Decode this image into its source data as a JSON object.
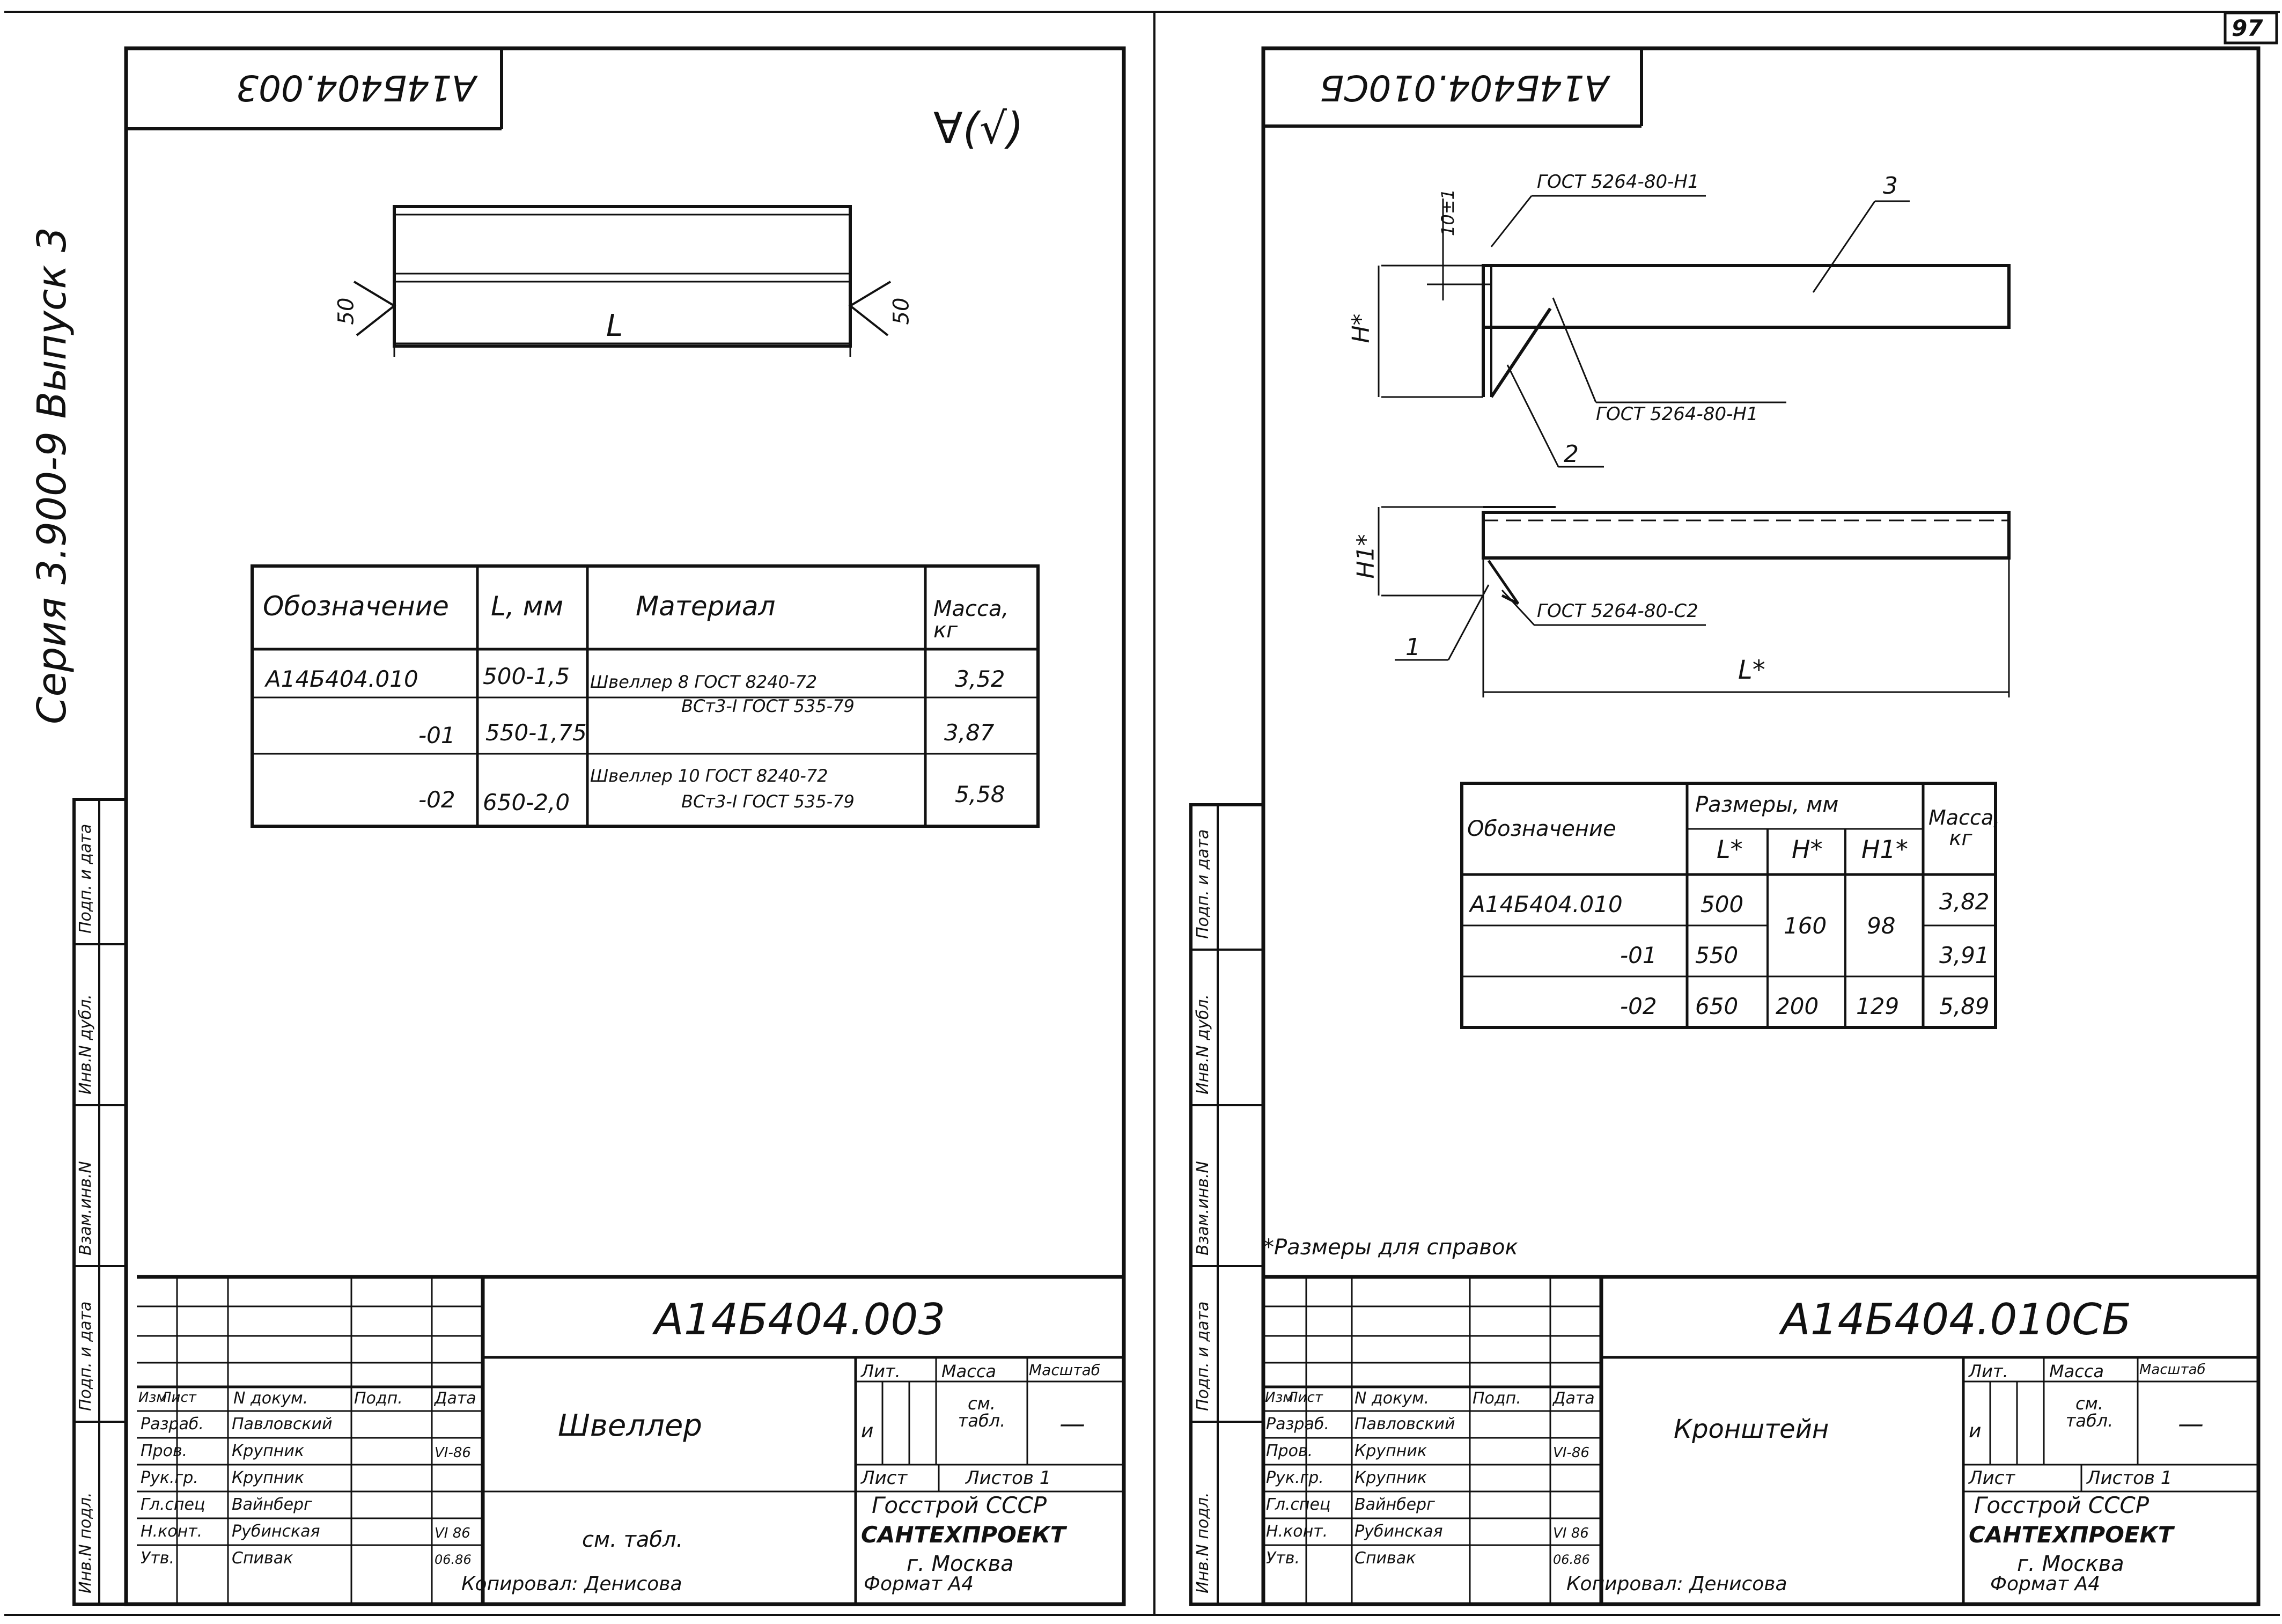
{
  "page_number": "97",
  "binding_strip": {
    "series": "Серия 3.900-9   Выпуск 3",
    "fields": [
      "Инв.N подл.",
      "Подп. и дата",
      "Взам.инв.N",
      "Инв.N дубл.",
      "Подп. и дата"
    ]
  },
  "left_sheet": {
    "stamp_code": "А14Б404.003",
    "roughness": "∀(√)",
    "weld_left": "50",
    "weld_right": "50",
    "dim_L": "L",
    "table": {
      "headers": [
        "Обозначение",
        "L, мм",
        "Материал",
        "Масса, кг"
      ],
      "rows": [
        {
          "code": "А14Б404.010",
          "L": "500-1,5",
          "material_1": "Швеллер 8 ГОСТ 8240-72",
          "material_2": "ВСт3-I ГОСТ 535-79",
          "mass": "3,52"
        },
        {
          "code": "-01",
          "L": "550-1,75",
          "mass": "3,87"
        },
        {
          "code": "-02",
          "L": "650-2,0",
          "material_1": "Швеллер 10 ГОСТ 8240-72",
          "material_2": "ВСт3-I ГОСТ 535-79",
          "mass": "5,58"
        }
      ]
    },
    "title_block": {
      "designation": "А14Б404.003",
      "name": "Швеллер",
      "material": "см. табл.",
      "lit_label": "Лит.",
      "mass_label": "Масса",
      "scale_label": "Масштаб",
      "lit_value": "и",
      "mass_value": "см. табл.",
      "scale_value": "—",
      "sheet_label": "Лист",
      "sheets_label": "Листов 1",
      "org_1": "Госстрой СССР",
      "org_2": "САНТЕХПРОЕКТ",
      "org_3": "г. Москва",
      "header_cols": [
        "Изм",
        "Лист",
        "N докум.",
        "Подп.",
        "Дата"
      ],
      "roles": [
        {
          "role": "Разраб.",
          "name": "Павловский",
          "date": ""
        },
        {
          "role": "Пров.",
          "name": "Крупник",
          "date": "VI-86"
        },
        {
          "role": "Рук.гр.",
          "name": "Крупник",
          "date": ""
        },
        {
          "role": "Гл.спец",
          "name": "Вайнберг",
          "date": ""
        },
        {
          "role": "Н.конт.",
          "name": "Рубинская",
          "date": "VI 86"
        },
        {
          "role": "Утв.",
          "name": "Спивак",
          "date": "06.86"
        }
      ],
      "copied": "Копировал: Денисова",
      "format": "Формат А4"
    }
  },
  "right_sheet": {
    "stamp_code": "А14Б404.010СБ",
    "callouts": {
      "weld_top": "ГОСТ 5264-80-Н1",
      "weld_mid": "ГОСТ 5264-80-Н1",
      "weld_bottom": "ГОСТ 5264-80-С2",
      "pos_1": "1",
      "pos_2": "2",
      "pos_3": "3",
      "dim_10": "10±1",
      "dim_H": "H*",
      "dim_H1": "H1*",
      "dim_L": "L*"
    },
    "table": {
      "header_code": "Обозначение",
      "header_sizes": "Размеры, мм",
      "header_L": "L*",
      "header_H": "H*",
      "header_H1": "H1*",
      "header_mass": "Масса, кг",
      "rows": [
        {
          "code": "А14Б404.010",
          "L": "500",
          "H": "160",
          "H1": "98",
          "mass": "3,82"
        },
        {
          "code": "-01",
          "L": "550",
          "mass": "3,91"
        },
        {
          "code": "-02",
          "L": "650",
          "H": "200",
          "H1": "129",
          "mass": "5,89"
        }
      ]
    },
    "note": "*Размеры для справок",
    "title_block": {
      "designation": "А14Б404.010СБ",
      "name": "Кронштейн",
      "lit_label": "Лит.",
      "mass_label": "Масса",
      "scale_label": "Масштаб",
      "lit_value": "и",
      "mass_value": "см. табл.",
      "scale_value": "—",
      "sheet_label": "Лист",
      "sheets_label": "Листов 1",
      "org_1": "Госстрой СССР",
      "org_2": "САНТЕХПРОЕКТ",
      "org_3": "г. Москва",
      "header_cols": [
        "Изм",
        "Лист",
        "N докум.",
        "Подп.",
        "Дата"
      ],
      "roles": [
        {
          "role": "Разраб.",
          "name": "Павловский",
          "date": ""
        },
        {
          "role": "Пров.",
          "name": "Крупник",
          "date": "VI-86"
        },
        {
          "role": "Рук.гр.",
          "name": "Крупник",
          "date": ""
        },
        {
          "role": "Гл.спец",
          "name": "Вайнберг",
          "date": ""
        },
        {
          "role": "Н.конт.",
          "name": "Рубинская",
          "date": "VI 86"
        },
        {
          "role": "Утв.",
          "name": "Спивак",
          "date": "06.86"
        }
      ],
      "copied": "Копировал: Денисова",
      "format": "Формат А4"
    }
  }
}
